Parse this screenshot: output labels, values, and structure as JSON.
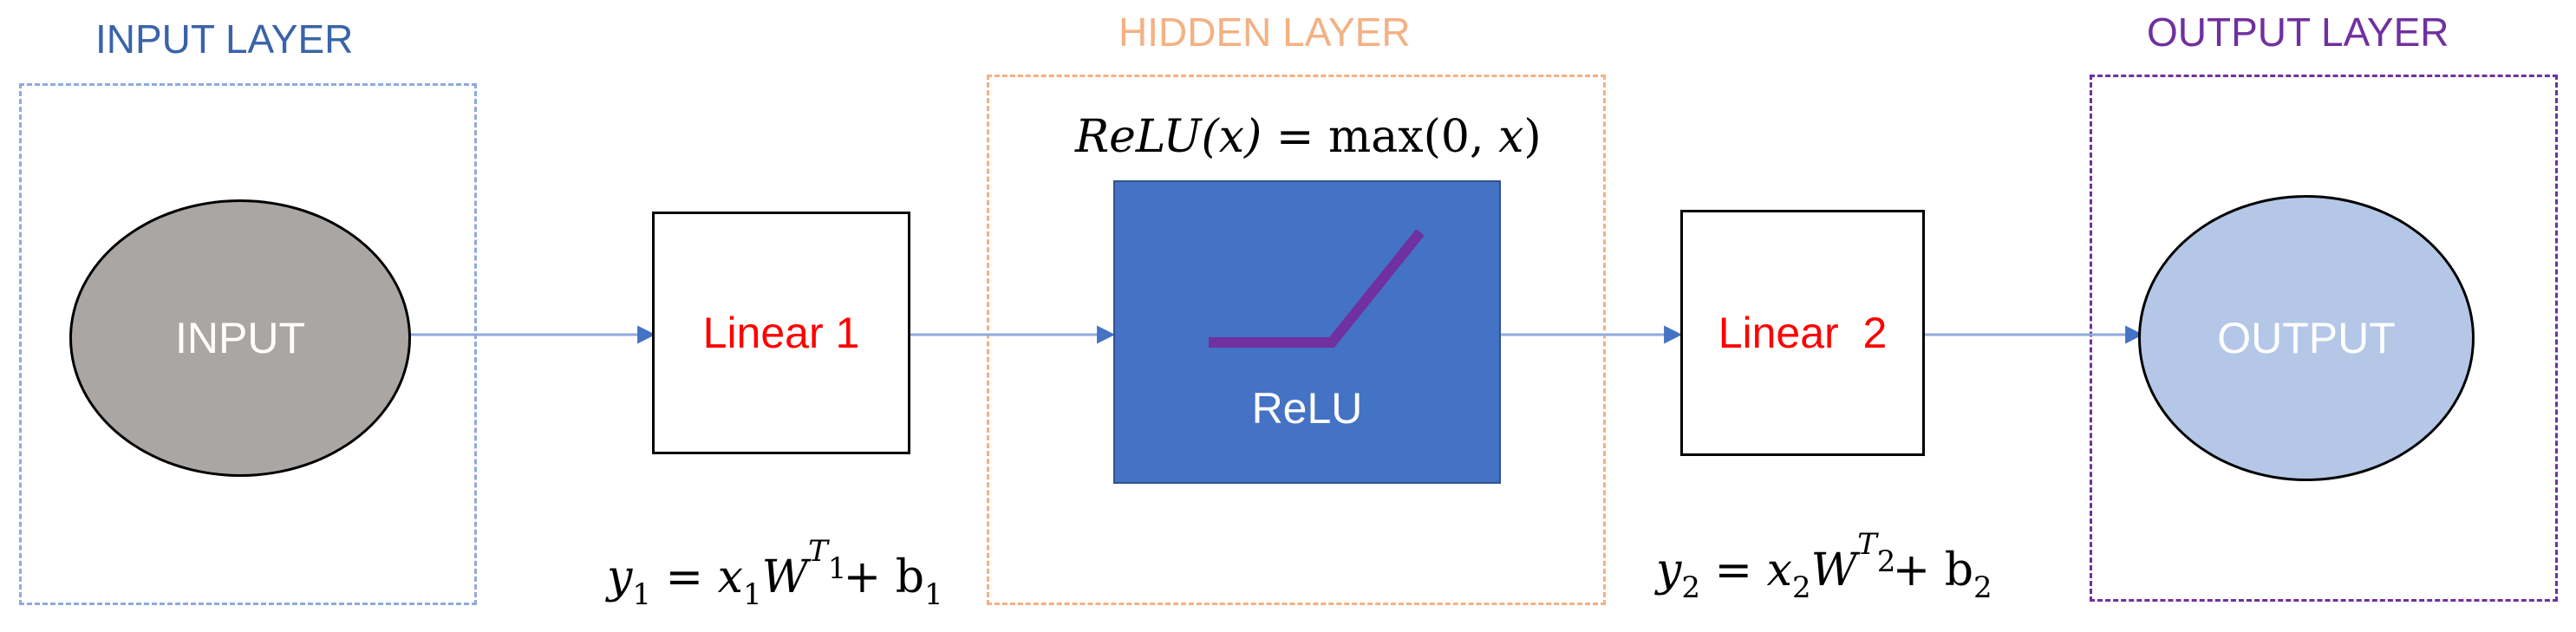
{
  "layers": {
    "input_label": "INPUT LAYER",
    "hidden_label": "HIDDEN LAYER",
    "output_label": "OUTPUT LAYER"
  },
  "nodes": {
    "input": "INPUT",
    "linear1": "Linear 1",
    "relu": "ReLU",
    "linear2": "Linear  2",
    "output": "OUTPUT"
  },
  "equations": {
    "relu": {
      "lhs": "ReLU",
      "arg": "(x)",
      "eq": " = ",
      "rhs_fn": "max",
      "rhs_open": "(0, ",
      "rhs_var": "x",
      "rhs_close": ")"
    },
    "linear1": {
      "y": "y",
      "y_sub": "1",
      "eq": " = ",
      "x": "x",
      "x_sub": "1",
      "w": "W",
      "w_sub": "1",
      "w_sup": "T",
      "plus": " + b",
      "b_sub": "1"
    },
    "linear2": {
      "y": "y",
      "y_sub": "2",
      "eq": " = ",
      "x": "x",
      "x_sub": "2",
      "w": "W",
      "w_sub": "2",
      "w_sup": "T",
      "plus": " + b",
      "b_sub": "2"
    }
  },
  "colors": {
    "input_layer": "#4472c4",
    "hidden_layer": "#f4b183",
    "output_layer": "#7030a0",
    "input_box_border": "#8faadc",
    "input_fill": "#a9a6a3",
    "output_fill": "#b4c7e7",
    "relu_fill": "#4472c4",
    "relu_curve": "#7030a0",
    "linear_text": "#ff0000",
    "arrow": "#4472c4",
    "node_text": "#ffffff"
  }
}
